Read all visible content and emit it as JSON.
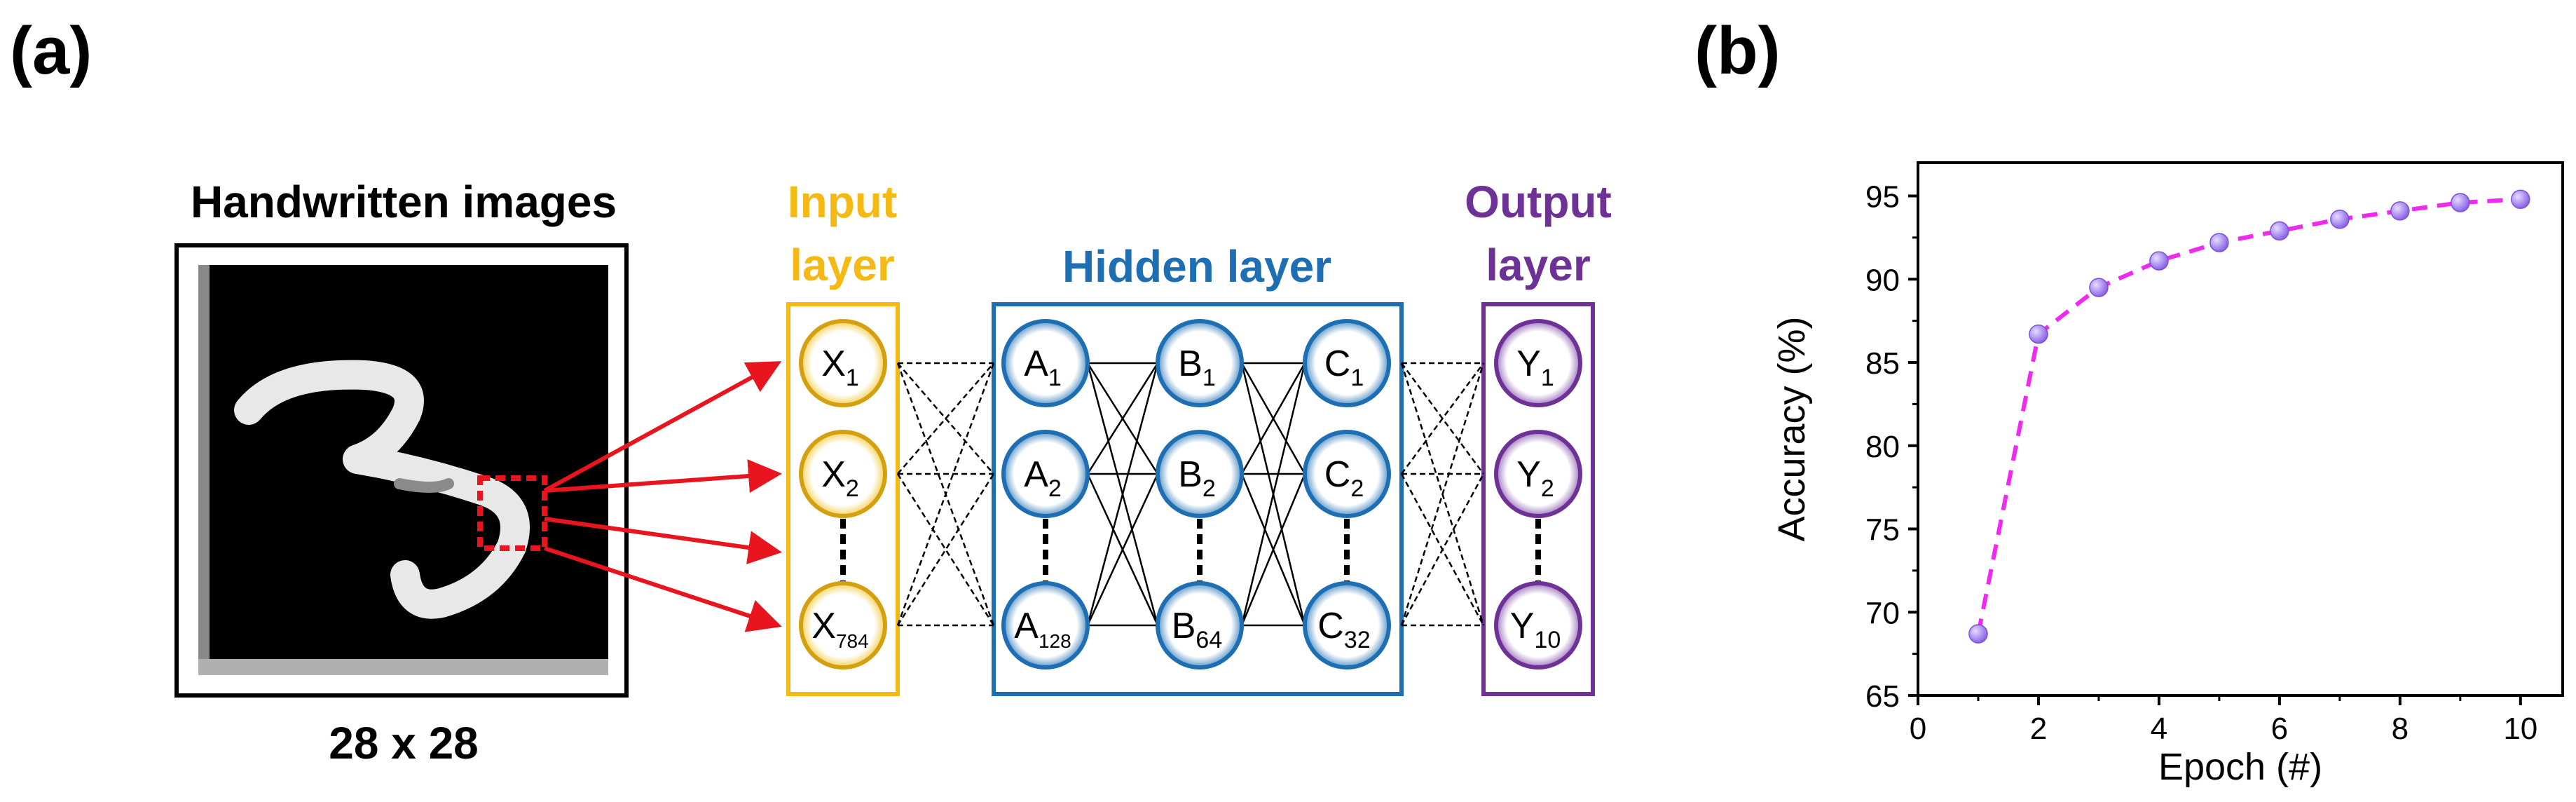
{
  "panel_a": {
    "label": "(a)",
    "image": {
      "title": "Handwritten images",
      "size": "28 x 28"
    },
    "layers": {
      "input": {
        "title_line1": "Input",
        "title_line2": "layer",
        "color": "#F5B914"
      },
      "hidden": {
        "title": "Hidden layer",
        "color": "#1E6EB4"
      },
      "output": {
        "title_line1": "Output",
        "title_line2": "layer",
        "color": "#6E3296"
      }
    },
    "nodes": {
      "input": [
        {
          "main": "X",
          "sub": "1"
        },
        {
          "main": "X",
          "sub": "2"
        },
        {
          "main": "X",
          "sub": "784"
        }
      ],
      "hidden_a": [
        {
          "main": "A",
          "sub": "1"
        },
        {
          "main": "A",
          "sub": "2"
        },
        {
          "main": "A",
          "sub": "128"
        }
      ],
      "hidden_b": [
        {
          "main": "B",
          "sub": "1"
        },
        {
          "main": "B",
          "sub": "2"
        },
        {
          "main": "B",
          "sub": "64"
        }
      ],
      "hidden_c": [
        {
          "main": "C",
          "sub": "1"
        },
        {
          "main": "C",
          "sub": "2"
        },
        {
          "main": "C",
          "sub": "32"
        }
      ],
      "output": [
        {
          "main": "Y",
          "sub": "1"
        },
        {
          "main": "Y",
          "sub": "2"
        },
        {
          "main": "Y",
          "sub": "10"
        }
      ]
    },
    "arrow_color": "#E8141E"
  },
  "panel_b": {
    "label": "(b)",
    "chart_data": {
      "type": "line",
      "title": "",
      "xlabel": "Epoch (#)",
      "ylabel": "Accuracy (%)",
      "xlim": [
        0,
        10.7
      ],
      "ylim": [
        65,
        97
      ],
      "xticks": [
        0,
        2,
        4,
        6,
        8,
        10
      ],
      "yticks": [
        65,
        70,
        75,
        80,
        85,
        90,
        95
      ],
      "grid": false,
      "line_style": "dashed",
      "line_color": "#F028F0",
      "marker_color": "#A07CF0",
      "series": [
        {
          "x": [
            1,
            2,
            3,
            4,
            5,
            6,
            7,
            8,
            9,
            10
          ],
          "values": [
            68.7,
            86.7,
            89.5,
            91.1,
            92.2,
            92.9,
            93.6,
            94.1,
            94.6,
            94.8
          ]
        }
      ]
    }
  }
}
